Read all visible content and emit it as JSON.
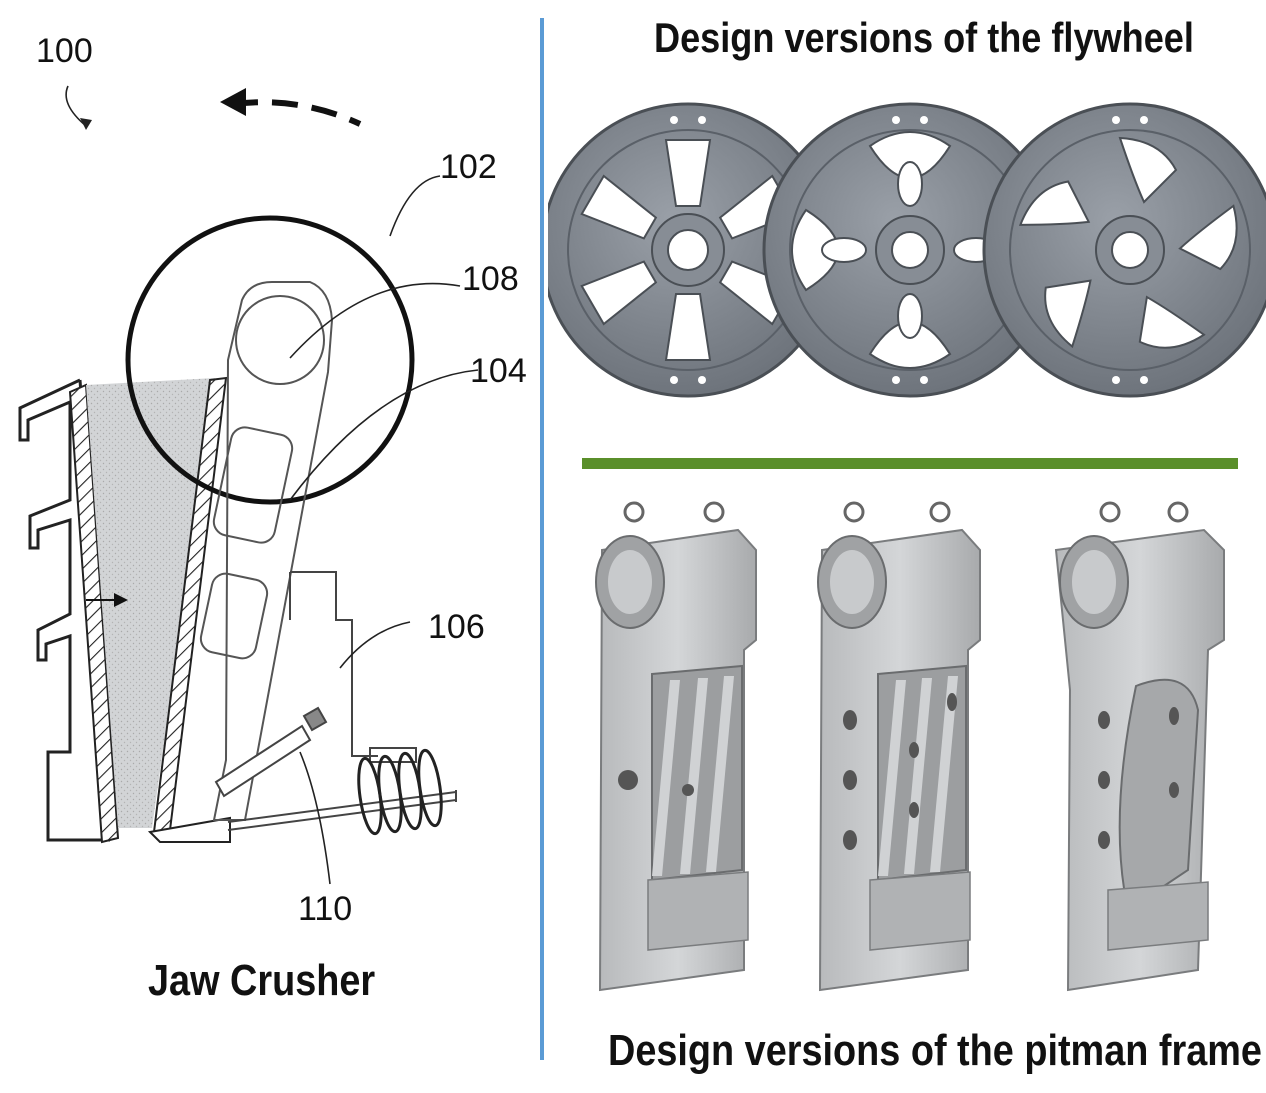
{
  "left": {
    "title": "Jaw Crusher",
    "callouts": {
      "c100": "100",
      "c102": "102",
      "c104": "104",
      "c106": "106",
      "c108": "108",
      "c110": "110"
    }
  },
  "right": {
    "flywheel_heading": "Design versions of the flywheel",
    "pitman_heading": "Design versions of the pitman frame"
  },
  "colors": {
    "divider_vertical": "#5b9bd5",
    "divider_horizontal": "#5a8f2a",
    "part_gray": "#8a9098",
    "frame_gray": "#c4c6c8"
  }
}
